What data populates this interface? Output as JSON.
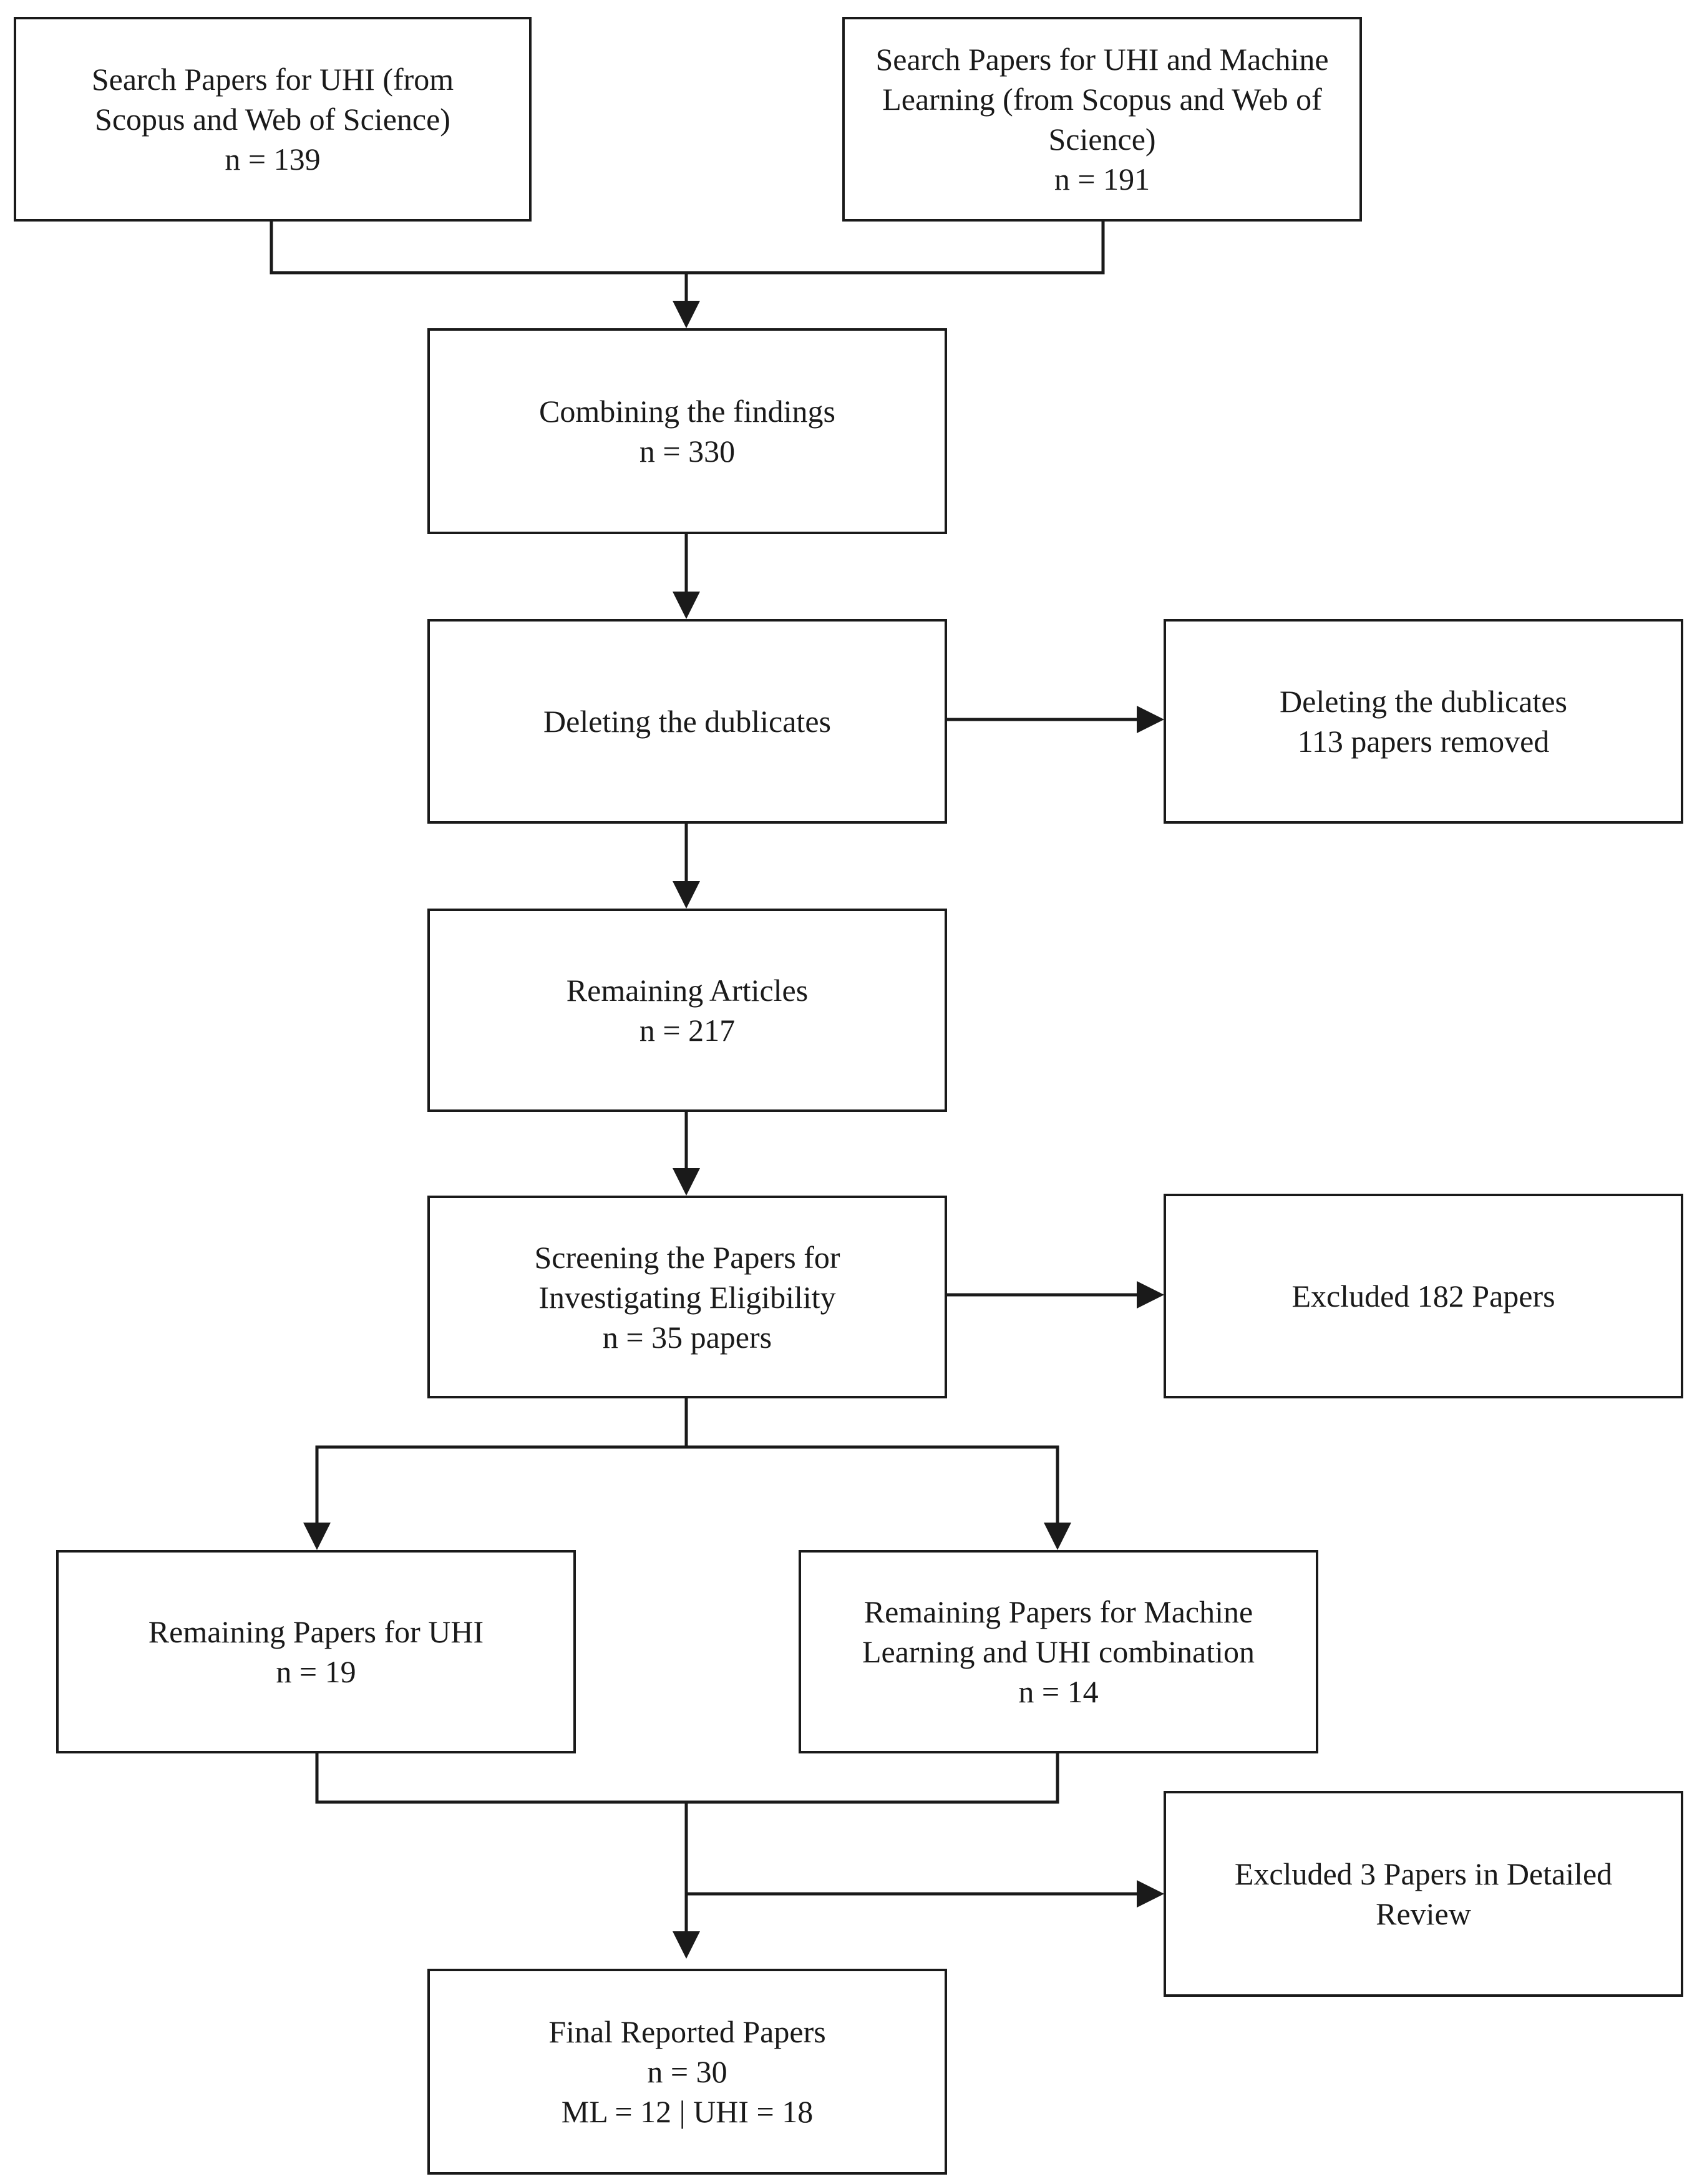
{
  "boxes": {
    "search_uhi": {
      "title": "Search Papers for UHI (from\nScopus and Web of Science)",
      "count": "n = 139"
    },
    "search_uhi_ml": {
      "title": "Search Papers for UHI and Machine\nLearning (from Scopus and Web of\nScience)",
      "count": "n = 191"
    },
    "combining": {
      "title": "Combining the findings",
      "count": "n = 330"
    },
    "deleting": {
      "title": "Deleting the dublicates"
    },
    "deleted": {
      "title": "Deleting the dublicates",
      "count": "113 papers removed"
    },
    "remaining_articles": {
      "title": "Remaining Articles",
      "count": "n = 217"
    },
    "screening": {
      "title": "Screening the Papers for\nInvestigating Eligibility",
      "count": "n = 35 papers"
    },
    "excluded_182": {
      "title": "Excluded 182 Papers"
    },
    "remaining_uhi": {
      "title": "Remaining Papers for UHI",
      "count": "n = 19"
    },
    "remaining_ml": {
      "title": "Remaining Papers for Machine\nLearning and UHI combination",
      "count": "n = 14"
    },
    "excluded_3": {
      "title": "Excluded 3 Papers in Detailed\nReview"
    },
    "final": {
      "title": "Final Reported Papers",
      "count": "n = 30",
      "breakdown": "ML = 12 | UHI = 18"
    }
  }
}
